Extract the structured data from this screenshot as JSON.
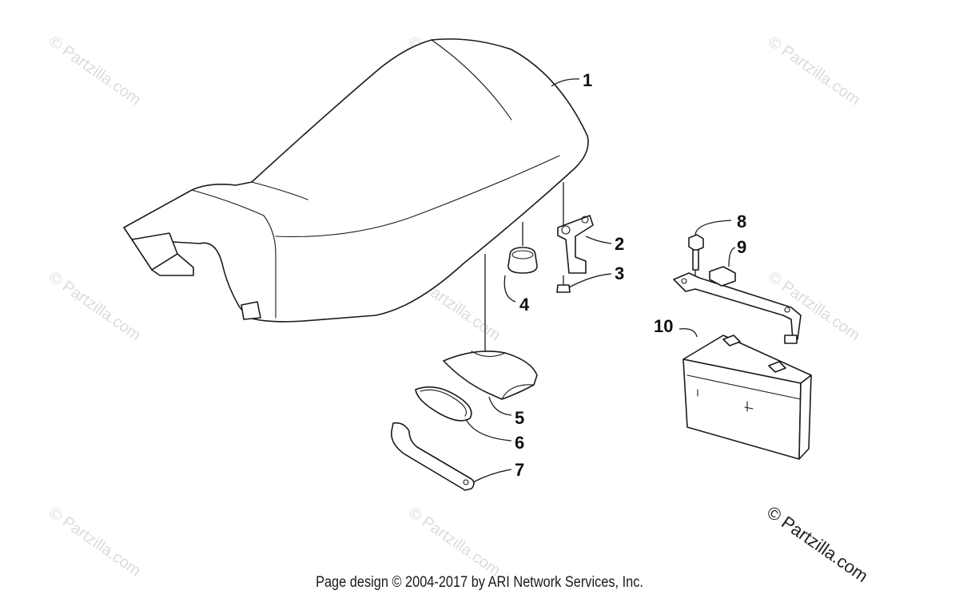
{
  "watermark": {
    "text": "© Partzilla.com",
    "color": "#dcdcdc",
    "main_color": "#222222"
  },
  "callouts": [
    "1",
    "2",
    "3",
    "4",
    "5",
    "6",
    "7",
    "8",
    "9",
    "10"
  ],
  "footer": {
    "text": "Page design © 2004-2017 by ARI Network Services, Inc."
  }
}
